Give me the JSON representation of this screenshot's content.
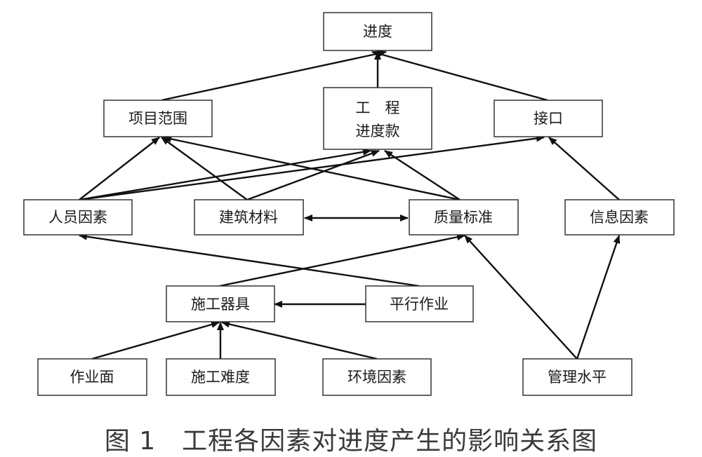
{
  "caption": "图 1　工程各因素对进度产生的影响关系图",
  "nodes": {
    "jindu": "进度",
    "xiangmu_fanwei": "项目范围",
    "gongcheng_line1": "工　程",
    "gongcheng_line2": "进度款",
    "jiekou": "接口",
    "renyuan_yinsu": "人员因素",
    "jianzhu_cailiao": "建筑材料",
    "zhiliang_biaozhun": "质量标准",
    "xinxi_yinsu": "信息因素",
    "shigong_qiju": "施工器具",
    "pingxing_zuoye": "平行作业",
    "zuoye_mian": "作业面",
    "shigong_nandu": "施工难度",
    "huanjing_yinsu": "环境因素",
    "guanli_shuiping": "管理水平"
  },
  "edges": [
    {
      "from": "xiangmu_fanwei",
      "to": "jindu"
    },
    {
      "from": "gongcheng",
      "to": "jindu"
    },
    {
      "from": "jiekou",
      "to": "jindu"
    },
    {
      "from": "renyuan_yinsu",
      "to": "xiangmu_fanwei"
    },
    {
      "from": "renyuan_yinsu",
      "to": "gongcheng"
    },
    {
      "from": "renyuan_yinsu",
      "to": "jiekou"
    },
    {
      "from": "jianzhu_cailiao",
      "to": "xiangmu_fanwei"
    },
    {
      "from": "jianzhu_cailiao",
      "to": "gongcheng"
    },
    {
      "from": "jianzhu_cailiao",
      "to": "zhiliang_biaozhun",
      "bidirectional": true
    },
    {
      "from": "zhiliang_biaozhun",
      "to": "xiangmu_fanwei"
    },
    {
      "from": "zhiliang_biaozhun",
      "to": "gongcheng"
    },
    {
      "from": "xinxi_yinsu",
      "to": "jiekou"
    },
    {
      "from": "shigong_qiju",
      "to": "zhiliang_biaozhun"
    },
    {
      "from": "pingxing_zuoye",
      "to": "renyuan_yinsu"
    },
    {
      "from": "pingxing_zuoye",
      "to": "shigong_qiju"
    },
    {
      "from": "zuoye_mian",
      "to": "shigong_qiju"
    },
    {
      "from": "shigong_nandu",
      "to": "shigong_qiju"
    },
    {
      "from": "huanjing_yinsu",
      "to": "shigong_qiju"
    },
    {
      "from": "guanli_shuiping",
      "to": "zhiliang_biaozhun"
    },
    {
      "from": "guanli_shuiping",
      "to": "xinxi_yinsu"
    }
  ]
}
